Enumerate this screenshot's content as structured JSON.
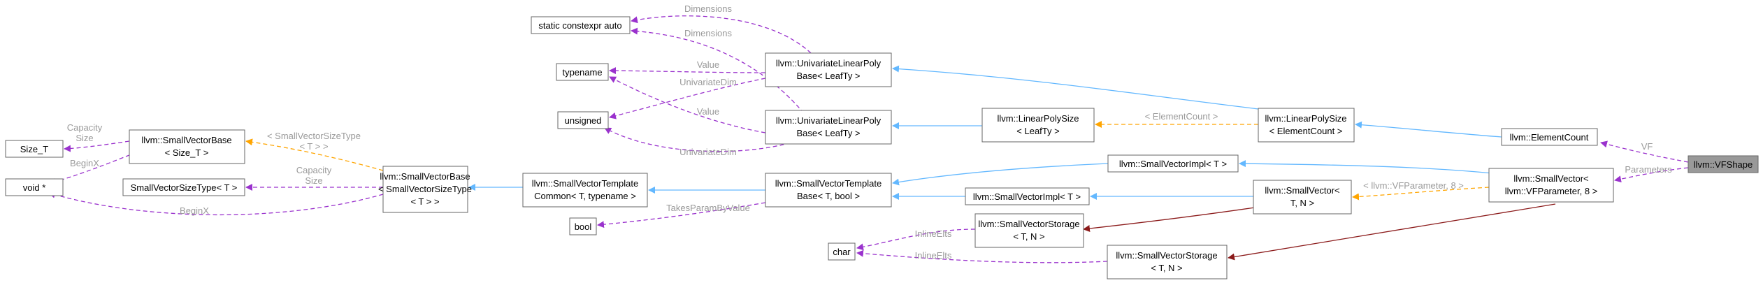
{
  "diagram": {
    "nodes": {
      "vfshape": "llvm::VFShape",
      "element_count": "llvm::ElementCount",
      "small_vector_vfparam": [
        "llvm::SmallVector<",
        "llvm::VFParameter, 8 >"
      ],
      "linear_poly_size_ec": [
        "llvm::LinearPolySize",
        "< ElementCount >"
      ],
      "linear_poly_size_leafty": [
        "llvm::LinearPolySize",
        "< LeafTy >"
      ],
      "univariate_top": [
        "llvm::UnivariateLinearPoly",
        "Base< LeafTy >"
      ],
      "univariate_bottom": [
        "llvm::UnivariateLinearPoly",
        "Base< LeafTy >"
      ],
      "static_constexpr_auto": "static constexpr auto",
      "typename": "typename",
      "unsigned": "unsigned",
      "small_vector_impl_right": "llvm::SmallVectorImpl< T >",
      "small_vector_impl_mid": "llvm::SmallVectorImpl< T >",
      "small_vector_tn": [
        "llvm::SmallVector<",
        "T, N >"
      ],
      "small_vector_template_base": [
        "llvm::SmallVectorTemplate",
        "Base< T, bool >"
      ],
      "small_vector_template_common": [
        "llvm::SmallVectorTemplate",
        "Common< T, typename >"
      ],
      "small_vector_base_generic": [
        "llvm::SmallVectorBase",
        "< SmallVectorSizeType",
        "< T > >"
      ],
      "small_vector_base_size_t": [
        "llvm::SmallVectorBase",
        "< Size_T >"
      ],
      "size_t": "Size_T",
      "void_ptr": "void *",
      "small_vector_size_type": "SmallVectorSizeType< T >",
      "bool": "bool",
      "char": "char",
      "small_vector_storage_mid": [
        "llvm::SmallVectorStorage",
        "< T, N >"
      ],
      "small_vector_storage_bottom": [
        "llvm::SmallVectorStorage",
        "< T, N >"
      ]
    },
    "edge_labels": {
      "vf": "VF",
      "parameters": "Parameters",
      "element_count_tpl": "< ElementCount >",
      "vfparameter_tpl": "< llvm::VFParameter, 8 >",
      "dimensions_1": "Dimensions",
      "dimensions_2": "Dimensions",
      "value_1": "Value",
      "value_2": "Value",
      "univariate_dim_1": "UnivariateDim",
      "univariate_dim_2": "UnivariateDim",
      "small_vector_size_type_tpl": [
        "< SmallVectorSizeType",
        "< T > >"
      ],
      "capacity_size_1": [
        "Capacity",
        "Size"
      ],
      "capacity_size_2": [
        "Capacity",
        "Size"
      ],
      "begin_x_1": "BeginX",
      "begin_x_2": "BeginX",
      "takes_param_by_value": "TakesParamByValue",
      "inline_elts_1": "InlineElts",
      "inline_elts_2": "InlineElts"
    },
    "colors": {
      "inheritance": "#63b8ff",
      "template_instance": "#ffa500",
      "usage": "#9a32cd",
      "private_inheritance": "#8b1a1a",
      "focus_fill": "#999999",
      "node_stroke": "#666666",
      "edge_label": "#9a9a9a"
    }
  }
}
